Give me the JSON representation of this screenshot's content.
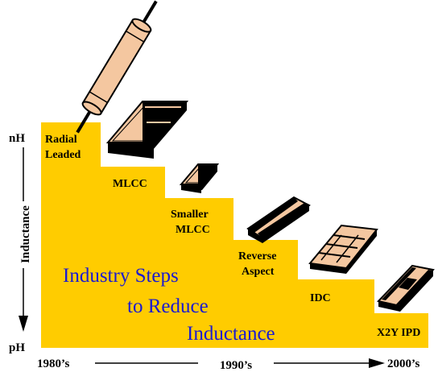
{
  "axis": {
    "y_top": "nH",
    "y_bottom": "pH",
    "y_title": "Inductance",
    "x_ticks": [
      "1980’s",
      "1990’s",
      "2000’s"
    ]
  },
  "steps": [
    {
      "line1": "Radial",
      "line2": "Leaded",
      "icon": "radial-leaded-capacitor-icon"
    },
    {
      "line1": "MLCC",
      "line2": "",
      "icon": "mlcc-chip-icon"
    },
    {
      "line1": "Smaller",
      "line2": "MLCC",
      "icon": "smaller-mlcc-chip-icon"
    },
    {
      "line1": "Reverse",
      "line2": "Aspect",
      "icon": "reverse-aspect-chip-icon"
    },
    {
      "line1": "IDC",
      "line2": "",
      "icon": "idc-chip-icon"
    },
    {
      "line1": "X2Y IPD",
      "line2": "",
      "icon": "x2y-ipd-chip-icon"
    }
  ],
  "headline": {
    "line1": "Industry Steps",
    "line2": "to Reduce",
    "line3": "Inductance"
  },
  "colors": {
    "staircase": "#FFCC00",
    "body": "#F4C7A0",
    "headline": "#1A1AD2"
  }
}
